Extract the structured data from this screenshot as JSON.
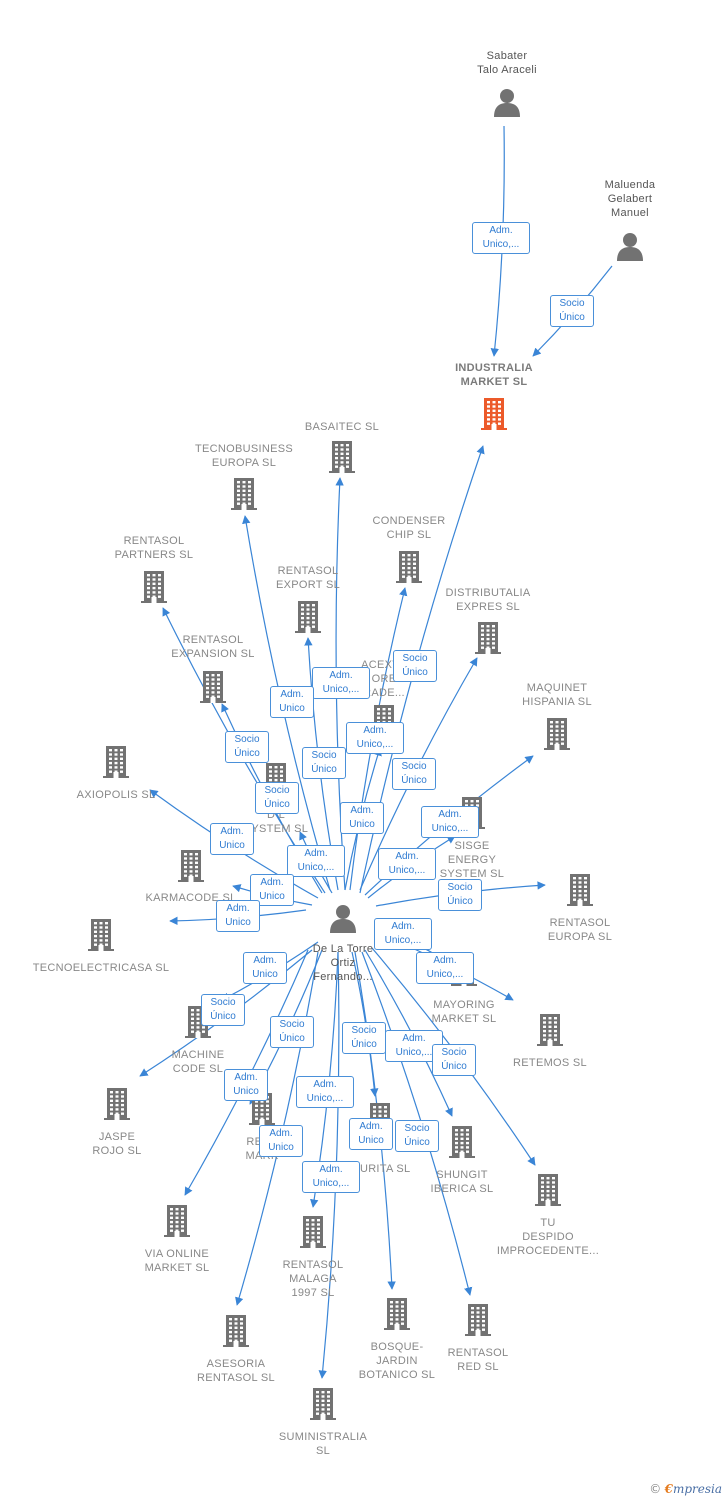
{
  "colors": {
    "company": "#727272",
    "focus_company": "#ec5a2a",
    "person": "#727272",
    "edge": "#3a85d6",
    "badge_text": "#2f7bd1"
  },
  "nodes": [
    {
      "id": "sabater",
      "type": "person",
      "label": "Sabater\nTalo Araceli"
    },
    {
      "id": "maluenda",
      "type": "person",
      "label": "Maluenda\nGelabert\nManuel"
    },
    {
      "id": "industralia",
      "type": "company",
      "focus": true,
      "label": "INDUSTRALIA\nMARKET  SL"
    },
    {
      "id": "delatorre",
      "type": "person",
      "label": "De La Torre\nOrtiz\nFernando..."
    },
    {
      "id": "basaitec",
      "type": "company",
      "label": "BASAITEC  SL"
    },
    {
      "id": "tecnobusiness",
      "type": "company",
      "label": "TECNOBUSINESS\nEUROPA SL"
    },
    {
      "id": "condenser",
      "type": "company",
      "label": "CONDENSER\nCHIP SL"
    },
    {
      "id": "rentasol_partners",
      "type": "company",
      "label": "RENTASOL\nPARTNERS  SL"
    },
    {
      "id": "rentasol_export",
      "type": "company",
      "label": "RENTASOL\nEXPORT  SL"
    },
    {
      "id": "distributalia",
      "type": "company",
      "label": "DISTRIBUTALIA\nEXPRES  SL"
    },
    {
      "id": "rentasol_expansion",
      "type": "company",
      "label": "RENTASOL\nEXPANSION  SL"
    },
    {
      "id": "acexte",
      "type": "company",
      "label": "ACEXTE\nORE\nRADE..."
    },
    {
      "id": "maquinet",
      "type": "company",
      "label": "MAQUINET\nHISPANIA  SL"
    },
    {
      "id": "axiopolis",
      "type": "company",
      "label": "AXIOPOLIS SL"
    },
    {
      "id": "d_system",
      "type": "company",
      "label": "D    L\nSYSTEM  SL"
    },
    {
      "id": "sisge",
      "type": "company",
      "label": "SISGE\nENERGY\nSYSTEM  SL"
    },
    {
      "id": "karmacode",
      "type": "company",
      "label": "KARMACODE SL"
    },
    {
      "id": "rentasol_europa",
      "type": "company",
      "label": "RENTASOL\nEUROPA  SL"
    },
    {
      "id": "tecnoelectricasa",
      "type": "company",
      "label": "TECNOELECTRICASA SL"
    },
    {
      "id": "mayoring",
      "type": "company",
      "label": "MAYORING\nMARKET  SL"
    },
    {
      "id": "retemos",
      "type": "company",
      "label": "RETEMOS  SL"
    },
    {
      "id": "machine",
      "type": "company",
      "label": "MACHINE\nCODE SL"
    },
    {
      "id": "jaspe",
      "type": "company",
      "label": "JASPE\nROJO  SL"
    },
    {
      "id": "rent_mark",
      "type": "company",
      "label": "RENT\nMARK"
    },
    {
      "id": "azurita",
      "type": "company",
      "label": "A  URITA  SL"
    },
    {
      "id": "shungit",
      "type": "company",
      "label": "SHUNGIT\nIBERICA  SL"
    },
    {
      "id": "tu_despido",
      "type": "company",
      "label": "TU\nDESPIDO\nIMPROCEDENTE..."
    },
    {
      "id": "via_online",
      "type": "company",
      "label": "VIA ONLINE\nMARKET SL"
    },
    {
      "id": "rentasol_malaga",
      "type": "company",
      "label": "RENTASOL\nMALAGA\n1997  SL"
    },
    {
      "id": "bosque",
      "type": "company",
      "label": "BOSQUE-\nJARDIN\nBOTANICO SL"
    },
    {
      "id": "rentasol_red",
      "type": "company",
      "label": "RENTASOL\nRED  SL"
    },
    {
      "id": "asesoria",
      "type": "company",
      "label": "ASESORIA\nRENTASOL SL"
    },
    {
      "id": "suministralia",
      "type": "company",
      "label": "SUMINISTRALIA\nSL"
    }
  ],
  "edges": [
    {
      "from": "sabater",
      "to": "industralia",
      "label": "Adm.\nUnico,..."
    },
    {
      "from": "maluenda",
      "to": "industralia",
      "label": "Socio\nÚnico"
    },
    {
      "from": "delatorre",
      "to": "industralia",
      "label": "Socio\nÚnico"
    },
    {
      "from": "delatorre",
      "to": "basaitec",
      "label": "Adm.\nUnico,..."
    },
    {
      "from": "delatorre",
      "to": "tecnobusiness",
      "label": "Adm.\nUnico"
    },
    {
      "from": "delatorre",
      "to": "condenser",
      "label": "Adm.\nUnico,..."
    },
    {
      "from": "delatorre",
      "to": "rentasol_partners",
      "label": "Socio\nÚnico"
    },
    {
      "from": "delatorre",
      "to": "rentasol_export",
      "label": "Socio\nÚnico"
    },
    {
      "from": "delatorre",
      "to": "distributalia",
      "label": "Socio\nÚnico"
    },
    {
      "from": "delatorre",
      "to": "rentasol_expansion",
      "label": "Socio\nÚnico"
    },
    {
      "from": "delatorre",
      "to": "acexte",
      "label": "Adm.\nUnico"
    },
    {
      "from": "delatorre",
      "to": "maquinet",
      "label": "Adm.\nUnico,..."
    },
    {
      "from": "delatorre",
      "to": "axiopolis",
      "label": "Adm.\nUnico"
    },
    {
      "from": "delatorre",
      "to": "d_system",
      "label": "Adm.\nUnico,..."
    },
    {
      "from": "delatorre",
      "to": "sisge",
      "label": "Adm.\nUnico,..."
    },
    {
      "from": "delatorre",
      "to": "karmacode",
      "label": "Adm.\nUnico"
    },
    {
      "from": "delatorre",
      "to": "rentasol_europa",
      "label": "Socio\nÚnico"
    },
    {
      "from": "delatorre",
      "to": "tecnoelectricasa",
      "label": "Adm.\nUnico"
    },
    {
      "from": "delatorre",
      "to": "mayoring",
      "label": "Adm.\nUnico,..."
    },
    {
      "from": "delatorre",
      "to": "retemos",
      "label": "Adm.\nUnico,..."
    },
    {
      "from": "delatorre",
      "to": "machine",
      "label": "Adm.\nUnico"
    },
    {
      "from": "delatorre",
      "to": "jaspe",
      "label": "Socio\nÚnico"
    },
    {
      "from": "delatorre",
      "to": "rent_mark",
      "label": "Socio\nÚnico"
    },
    {
      "from": "delatorre",
      "to": "azurita",
      "label": "Socio\nÚnico"
    },
    {
      "from": "delatorre",
      "to": "shungit",
      "label": "Adm.\nUnico,..."
    },
    {
      "from": "delatorre",
      "to": "tu_despido",
      "label": "Socio\nÚnico"
    },
    {
      "from": "delatorre",
      "to": "via_online",
      "label": "Adm.\nUnico"
    },
    {
      "from": "delatorre",
      "to": "rentasol_malaga",
      "label": "Adm.\nUnico,..."
    },
    {
      "from": "delatorre",
      "to": "bosque",
      "label": "Adm.\nUnico"
    },
    {
      "from": "delatorre",
      "to": "rentasol_red",
      "label": "Socio\nÚnico"
    },
    {
      "from": "delatorre",
      "to": "asesoria",
      "label": "Adm.\nUnico"
    },
    {
      "from": "delatorre",
      "to": "suministralia",
      "label": "Adm.\nUnico,..."
    }
  ],
  "footer": {
    "copyright": "©",
    "brand_first": "€",
    "brand_rest": "mpresia"
  }
}
